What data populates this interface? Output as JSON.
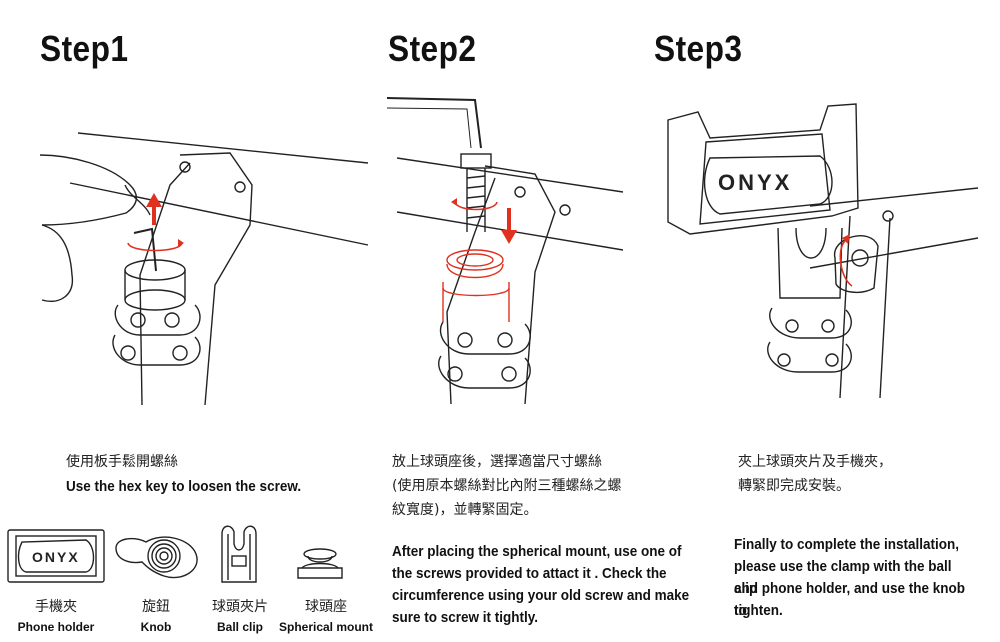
{
  "steps": [
    {
      "title": "Step1",
      "zh": [
        "使用板手鬆開螺絲"
      ],
      "en": [
        "Use the hex key to loosen the screw."
      ]
    },
    {
      "title": "Step2",
      "zh": [
        "放上球頭座後，選擇適當尺寸螺絲",
        "(使用原本螺絲對比內附三種螺絲之螺",
        "紋寬度)，並轉緊固定。"
      ],
      "en": [
        "After placing the spherical mount, use one of",
        "the screws provided to attact it . Check the",
        "circumference using your old screw and make",
        "sure to screw it tightly."
      ]
    },
    {
      "title": "Step3",
      "zh": [
        "夾上球頭夾片及手機夾，",
        "轉緊即完成安裝。"
      ],
      "en": [
        "Finally to complete the installation,",
        "please use the clamp with the ball clip",
        "and phone holder, and use the knob to",
        "tighten."
      ]
    }
  ],
  "brand": "ONYX",
  "parts": [
    {
      "zh": "手機夾",
      "en": "Phone holder",
      "icon": "phone-holder-icon"
    },
    {
      "zh": "旋鈕",
      "en": "Knob",
      "icon": "knob-icon"
    },
    {
      "zh": "球頭夾片",
      "en": "Ball clip",
      "icon": "ball-clip-icon"
    },
    {
      "zh": "球頭座",
      "en": "Spherical mount",
      "icon": "spherical-mount-icon"
    }
  ],
  "colors": {
    "line": "#222222",
    "accent": "#e0301e"
  }
}
